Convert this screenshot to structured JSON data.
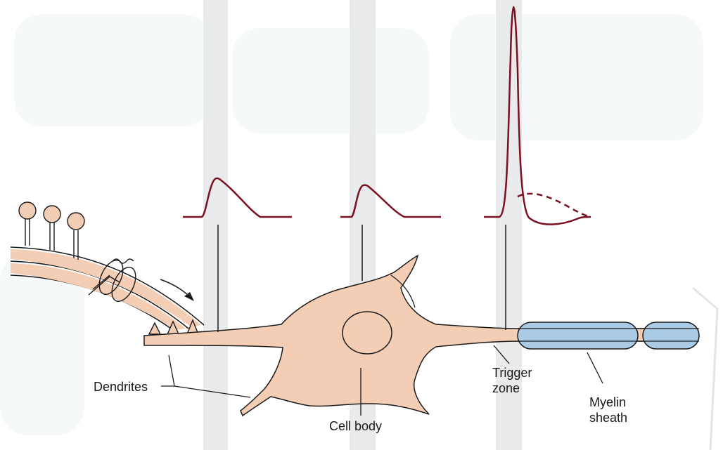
{
  "labels": {
    "dendrites": "Dendrites",
    "cell_body": "Cell body",
    "trigger_zone_line1": "Trigger",
    "trigger_zone_line2": "zone",
    "myelin_line1": "Myelin",
    "myelin_line2": "sheath"
  },
  "colors": {
    "neuron_fill": "#f3cdb4",
    "neuron_stroke": "#1a1a1a",
    "myelin_fill": "#a9cbe6",
    "trace": "#7a1020",
    "stripe": "#e9eaec",
    "background_faint": "#f4f8f8"
  }
}
